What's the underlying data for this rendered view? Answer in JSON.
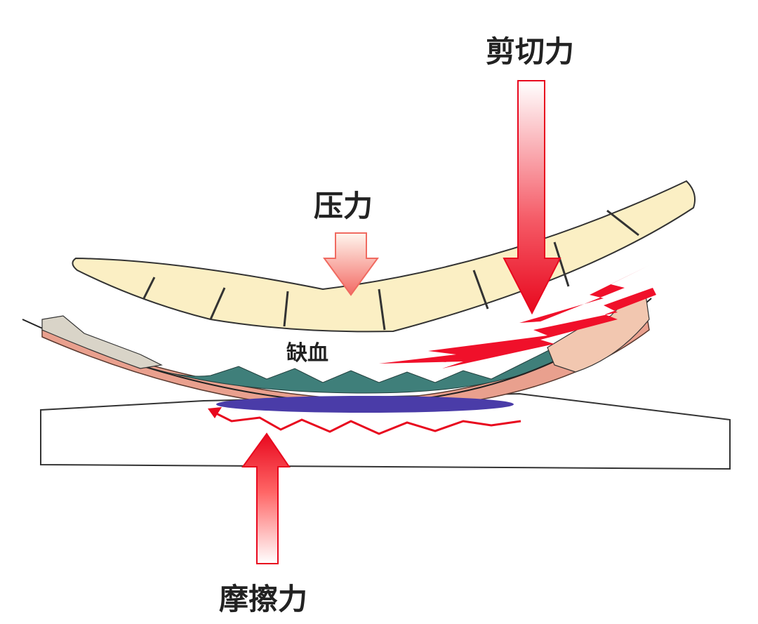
{
  "labels": {
    "shear_force": "剪切力",
    "pressure": "压力",
    "ischemia": "缺血",
    "friction": "摩擦力"
  },
  "colors": {
    "arrow_red": "#f0102a",
    "bone_fill": "#fbefc4",
    "tissue_teal": "#3f7f7a",
    "tissue_pink": "#e9a08e",
    "ischemia_blue": "#4a3ca8"
  }
}
